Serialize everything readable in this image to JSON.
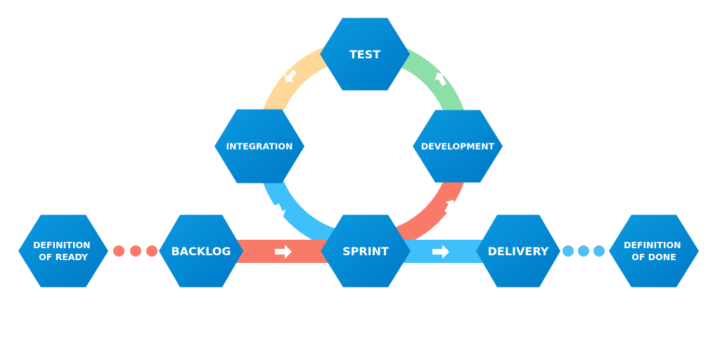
{
  "title": "Scrum sprint cycle",
  "colors": {
    "hex_top": "#0a9ae0",
    "hex_bottom": "#0078c6",
    "arc_test_to_integration": "#fed898",
    "arc_development_to_test": "#8edeaa",
    "arc_integration_to_sprint": "#40c0fa",
    "arc_sprint_to_development": "#fa7a6a",
    "bar_backlog_to_sprint": "#fa7a6a",
    "bar_sprint_to_delivery": "#40c0fa",
    "dots_ready": "#fa7a6a",
    "dots_done": "#4fbff5",
    "arrow": "#ffffff"
  },
  "nodes": {
    "test": {
      "lines": [
        "TEST"
      ]
    },
    "integration": {
      "lines": [
        "INTEGRATION"
      ]
    },
    "development": {
      "lines": [
        "DEVELOPMENT"
      ]
    },
    "definition_of_ready": {
      "lines": [
        "DEFINITION",
        "OF READY"
      ]
    },
    "backlog": {
      "lines": [
        "BACKLOG"
      ]
    },
    "sprint": {
      "lines": [
        "SPRINT"
      ]
    },
    "delivery": {
      "lines": [
        "DELIVERY"
      ]
    },
    "definition_of_done": {
      "lines": [
        "DEFINITION",
        "OF DONE"
      ]
    }
  },
  "flows": [
    {
      "from": "Backlog",
      "to": "Sprint"
    },
    {
      "from": "Sprint",
      "to": "Development"
    },
    {
      "from": "Development",
      "to": "Test"
    },
    {
      "from": "Test",
      "to": "Integration"
    },
    {
      "from": "Integration",
      "to": "Sprint"
    },
    {
      "from": "Sprint",
      "to": "Delivery"
    },
    {
      "from": "Definition of Ready",
      "to": "Backlog"
    },
    {
      "from": "Delivery",
      "to": "Definition of Done"
    }
  ]
}
